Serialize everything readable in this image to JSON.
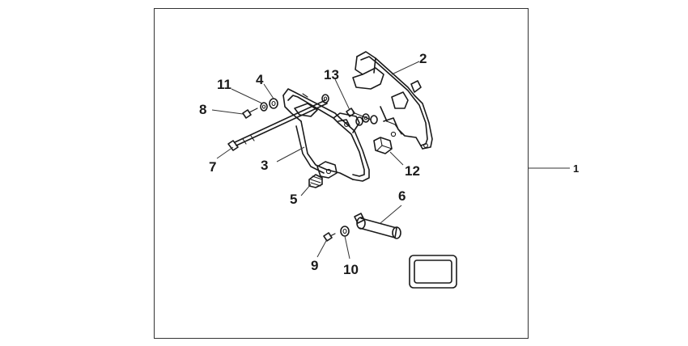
{
  "diagram": {
    "kit_number": "1",
    "labels": {
      "p2": "2",
      "p3": "3",
      "p4": "4",
      "p5": "5",
      "p6": "6",
      "p7": "7",
      "p8": "8",
      "p9": "9",
      "p10": "10",
      "p11": "11",
      "p12": "12",
      "p13": "13"
    }
  }
}
